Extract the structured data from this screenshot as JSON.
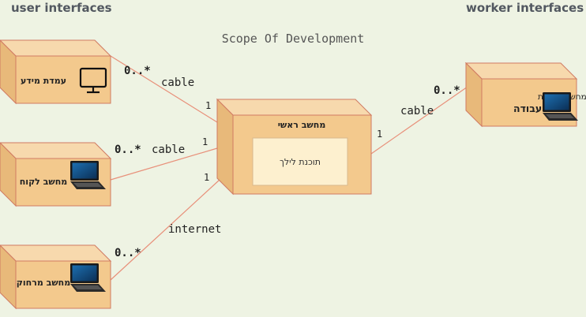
{
  "headers": {
    "left": "user interfaces",
    "right": "worker interfaces"
  },
  "diagram": {
    "title": "Scope Of Development",
    "colors": {
      "background": "#eef3e3",
      "node_front": "#f3c98d",
      "node_side": "#e8b97a",
      "node_top": "#f7d9ad",
      "node_edge": "#d07a62",
      "component_fill": "#fdf0cf",
      "connector": "#e8907a",
      "text": "#222222"
    },
    "nodes": {
      "info_kiosk": {
        "label": "עמדת מידע",
        "icon": "monitor-outline-icon"
      },
      "customer_pc": {
        "label": "מחשב לקוח",
        "icon": "laptop-icon"
      },
      "remote_pc": {
        "label": "מחשב מרחוק",
        "icon": "laptop-icon"
      },
      "main_server": {
        "label": "מחשב ראשי",
        "component": "תוכנת לילך"
      },
      "workstation": {
        "label_line1": "מחשב בתחנת",
        "label_line2": "עבודה",
        "icon": "laptop-icon"
      }
    },
    "connections": [
      {
        "from": "info_kiosk",
        "to": "main_server",
        "label": "cable",
        "from_multiplicity": "0..*",
        "to_multiplicity": "1"
      },
      {
        "from": "customer_pc",
        "to": "main_server",
        "label": "cable",
        "from_multiplicity": "0..*",
        "to_multiplicity": "1"
      },
      {
        "from": "remote_pc",
        "to": "main_server",
        "label": "internet",
        "from_multiplicity": "0..*",
        "to_multiplicity": "1"
      },
      {
        "from": "workstation",
        "to": "main_server",
        "label": "cable",
        "from_multiplicity": "0..*",
        "to_multiplicity": "1"
      }
    ]
  }
}
